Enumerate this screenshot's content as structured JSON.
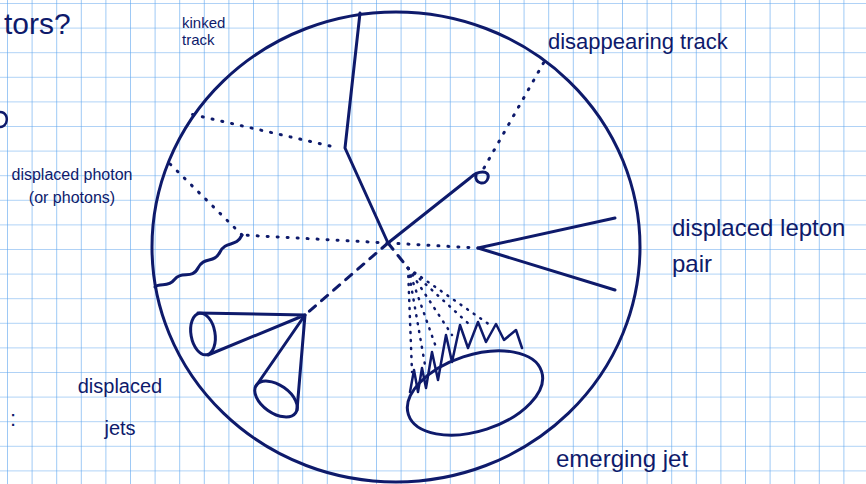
{
  "diagram": {
    "labels": [
      "tors?",
      "kinked track",
      "disappearing track",
      "displaced photon (or photons)",
      "displaced lepton pair",
      "displaced jets",
      "emerging jet",
      ":"
    ]
  }
}
